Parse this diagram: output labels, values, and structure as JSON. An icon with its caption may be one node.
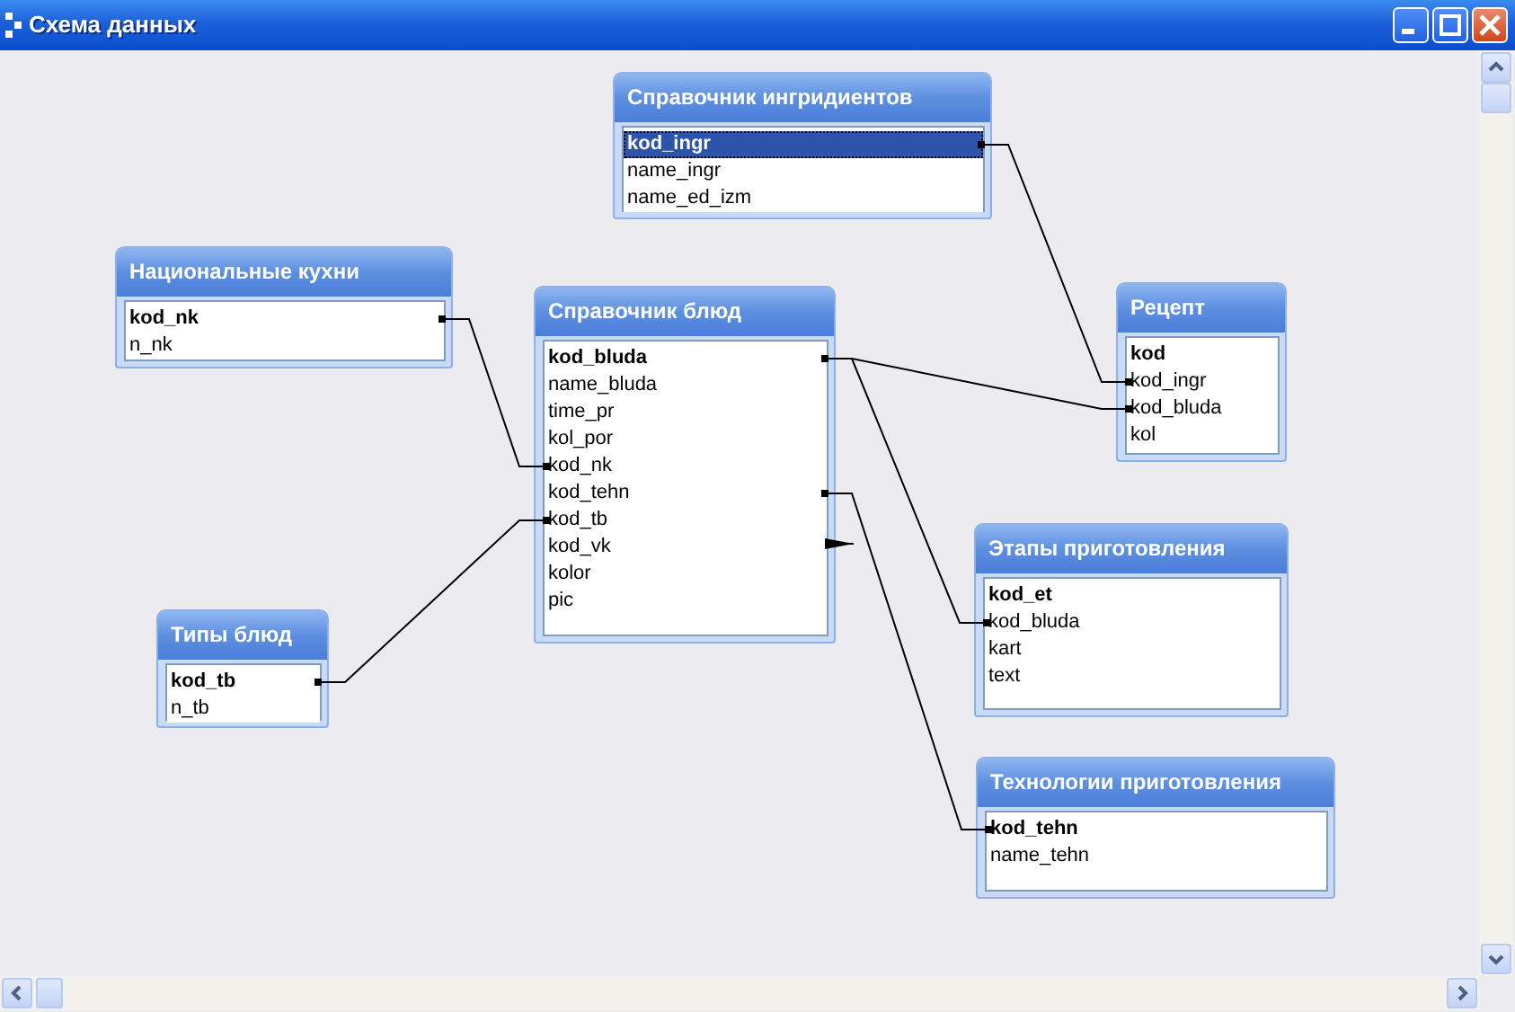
{
  "diagram": {
    "title": "Схема данных",
    "nodes": [
      {
        "text": [
          "Справочник ингридиентов"
        ]
      },
      {
        "text": [
          "kod_ingr"
        ],
        "in": 0
      },
      {
        "text": [
          "name_ingr"
        ],
        "in": 0
      },
      {
        "text": [
          "name_ed_izm"
        ],
        "in": 0
      },
      {
        "text": [
          "Национальные кухни"
        ]
      },
      {
        "text": [
          "kod_nk"
        ],
        "in": 4
      },
      {
        "text": [
          "n_nk"
        ],
        "in": 4
      },
      {
        "text": [
          "Справочник блюд"
        ]
      },
      {
        "text": [
          "kod_bluda"
        ],
        "in": 7
      },
      {
        "text": [
          "name_bluda"
        ],
        "in": 7
      },
      {
        "text": [
          "time_pr"
        ],
        "in": 7
      },
      {
        "text": [
          "kol_por"
        ],
        "in": 7
      },
      {
        "text": [
          "kod_nk"
        ],
        "in": 7
      },
      {
        "text": [
          "kod_tehn"
        ],
        "in": 7
      },
      {
        "text": [
          "kod_tb"
        ],
        "in": 7
      },
      {
        "text": [
          "kod_vk"
        ],
        "in": 7
      },
      {
        "text": [
          "kolor"
        ],
        "in": 7
      },
      {
        "text": [
          "pic"
        ],
        "in": 7
      },
      {
        "text": [
          "Рецепт"
        ]
      },
      {
        "text": [
          "kod"
        ],
        "in": 18
      },
      {
        "text": [
          "kod_ingr"
        ],
        "in": 18
      },
      {
        "text": [
          "kod_bluda"
        ],
        "in": 18
      },
      {
        "text": [
          "kol"
        ],
        "in": 18
      },
      {
        "text": [
          "Этапы приготовления"
        ]
      },
      {
        "text": [
          "kod_et"
        ],
        "in": 23
      },
      {
        "text": [
          "kod_bluda"
        ],
        "in": 23
      },
      {
        "text": [
          "kart"
        ],
        "in": 23
      },
      {
        "text": [
          "text"
        ],
        "in": 23
      },
      {
        "text": [
          "Типы блюд"
        ]
      },
      {
        "text": [
          "kod_tb"
        ],
        "in": 28
      },
      {
        "text": [
          "n_tb"
        ],
        "in": 28
      },
      {
        "text": [
          "Технологии приготовления"
        ]
      },
      {
        "text": [
          "kod_tehn"
        ],
        "in": 31
      },
      {
        "text": [
          "name_tehn"
        ],
        "in": 31
      }
    ],
    "edges": [
      {
        "from": 5,
        "to": 12,
        "arrow": "other"
      },
      {
        "from": 29,
        "to": 14,
        "arrow": "other"
      },
      {
        "from": 1,
        "to": 20,
        "arrow": "other"
      },
      {
        "from": 8,
        "to": 21,
        "arrow": "other"
      },
      {
        "from": 8,
        "to": 25,
        "arrow": "other"
      },
      {
        "from": 13,
        "to": 32,
        "arrow": "other"
      },
      {
        "from": 15,
        "to": null,
        "arrow": "to"
      }
    ]
  }
}
